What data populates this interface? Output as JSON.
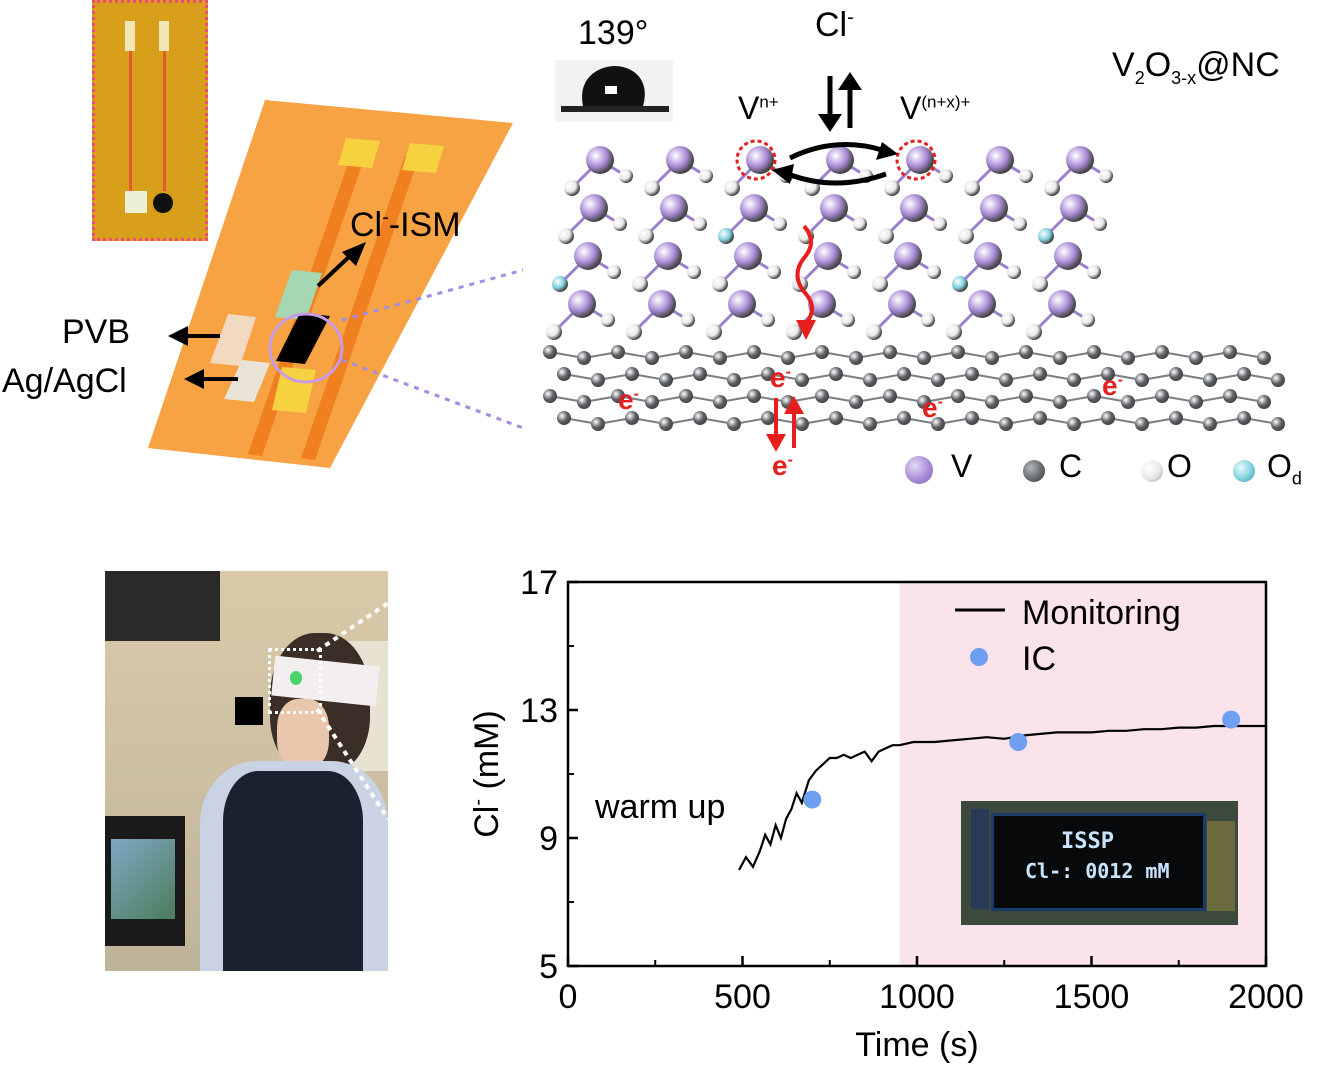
{
  "sensor": {
    "labels": {
      "ism": "Cl",
      "ism_sup": "-",
      "ism_suffix": "-ISM",
      "pvb": "PVB",
      "agcl": "Ag/AgCl"
    }
  },
  "structure": {
    "contact_angle": "139°",
    "ion": "Cl",
    "ion_sup": "-",
    "v_low": "V",
    "v_low_sup": "n+",
    "v_high": "V",
    "v_high_sup": "(n+x)+",
    "material_v": "V",
    "material_sub1": "2",
    "material_o": "O",
    "material_sub2": "3-x",
    "material_rest": "@NC",
    "electron": "e",
    "electron_sup": "-",
    "legend": [
      {
        "symbol": "V",
        "color": "#a98bd6"
      },
      {
        "symbol": "C",
        "color": "#5f6368"
      },
      {
        "symbol": "O",
        "color": "#e8e8e8"
      },
      {
        "symbol": "O",
        "sub": "d",
        "color": "#7fd3dd"
      }
    ]
  },
  "display": {
    "line1": "ISSP",
    "line2": "Cl-: 0012 mM"
  },
  "chart_data": {
    "type": "line",
    "xlabel": "Time (s)",
    "ylabel_main": "Cl",
    "ylabel_sup": "-",
    "ylabel_unit": " (mM)",
    "xlim": [
      0,
      2000
    ],
    "ylim": [
      5,
      17
    ],
    "xticks": [
      0,
      500,
      1000,
      1500,
      2000
    ],
    "yticks": [
      5,
      9,
      13,
      17
    ],
    "shaded_region": [
      950,
      2000
    ],
    "shade_color": "#fbe3ec",
    "annotation": "warm up",
    "series": [
      {
        "name": "Monitoring",
        "kind": "line",
        "color": "#000000",
        "points": [
          [
            490,
            8.0
          ],
          [
            510,
            8.4
          ],
          [
            530,
            8.1
          ],
          [
            550,
            8.6
          ],
          [
            565,
            9.1
          ],
          [
            580,
            8.8
          ],
          [
            595,
            9.4
          ],
          [
            610,
            9.0
          ],
          [
            625,
            9.6
          ],
          [
            640,
            9.9
          ],
          [
            655,
            10.4
          ],
          [
            670,
            10.1
          ],
          [
            690,
            10.8
          ],
          [
            710,
            11.1
          ],
          [
            730,
            11.3
          ],
          [
            750,
            11.5
          ],
          [
            770,
            11.5
          ],
          [
            790,
            11.6
          ],
          [
            810,
            11.5
          ],
          [
            830,
            11.6
          ],
          [
            850,
            11.7
          ],
          [
            870,
            11.4
          ],
          [
            890,
            11.7
          ],
          [
            910,
            11.8
          ],
          [
            930,
            11.9
          ],
          [
            950,
            11.9
          ],
          [
            990,
            12.0
          ],
          [
            1050,
            12.0
          ],
          [
            1100,
            12.05
          ],
          [
            1150,
            12.1
          ],
          [
            1200,
            12.15
          ],
          [
            1250,
            12.1
          ],
          [
            1300,
            12.2
          ],
          [
            1350,
            12.25
          ],
          [
            1400,
            12.3
          ],
          [
            1450,
            12.3
          ],
          [
            1500,
            12.3
          ],
          [
            1550,
            12.35
          ],
          [
            1600,
            12.35
          ],
          [
            1650,
            12.4
          ],
          [
            1700,
            12.4
          ],
          [
            1750,
            12.45
          ],
          [
            1800,
            12.45
          ],
          [
            1850,
            12.5
          ],
          [
            1900,
            12.5
          ],
          [
            1950,
            12.5
          ],
          [
            2000,
            12.5
          ]
        ]
      },
      {
        "name": "IC",
        "kind": "scatter",
        "color": "#6e9ff0",
        "points": [
          [
            700,
            10.2
          ],
          [
            1290,
            12.0
          ],
          [
            1900,
            12.7
          ]
        ]
      }
    ]
  }
}
